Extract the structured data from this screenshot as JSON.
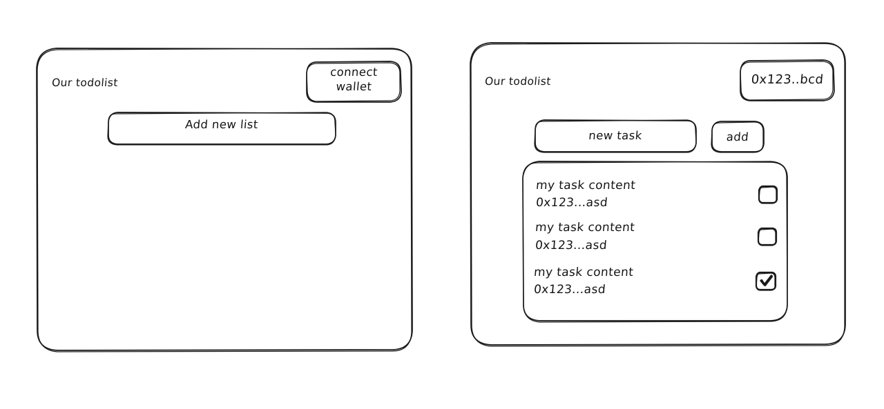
{
  "meta": {
    "background": "#ffffff",
    "ink": "#1b1b1b",
    "style": "hand-drawn wireframe"
  },
  "panels": [
    {
      "id": "disconnected",
      "title": "Our todolist",
      "wallet_button": {
        "line1": "connect",
        "line2": "wallet"
      },
      "add_list_button": {
        "label": "Add new list"
      }
    },
    {
      "id": "connected",
      "title": "Our todolist",
      "wallet_badge": {
        "label": "0x123..bcd"
      },
      "new_task_input": {
        "value": "new task",
        "placeholder": "new task"
      },
      "add_button": {
        "label": "add"
      },
      "task_list": {
        "items": [
          {
            "content": "my task content",
            "address": "0x123...asd",
            "checked": false,
            "checkbox_icon": "checkbox-empty-icon"
          },
          {
            "content": "my task content",
            "address": "0x123...asd",
            "checked": false,
            "checkbox_icon": "checkbox-empty-icon"
          },
          {
            "content": "my task content",
            "address": "0x123...asd",
            "checked": true,
            "checkbox_icon": "checkbox-checked-icon"
          }
        ]
      }
    }
  ]
}
